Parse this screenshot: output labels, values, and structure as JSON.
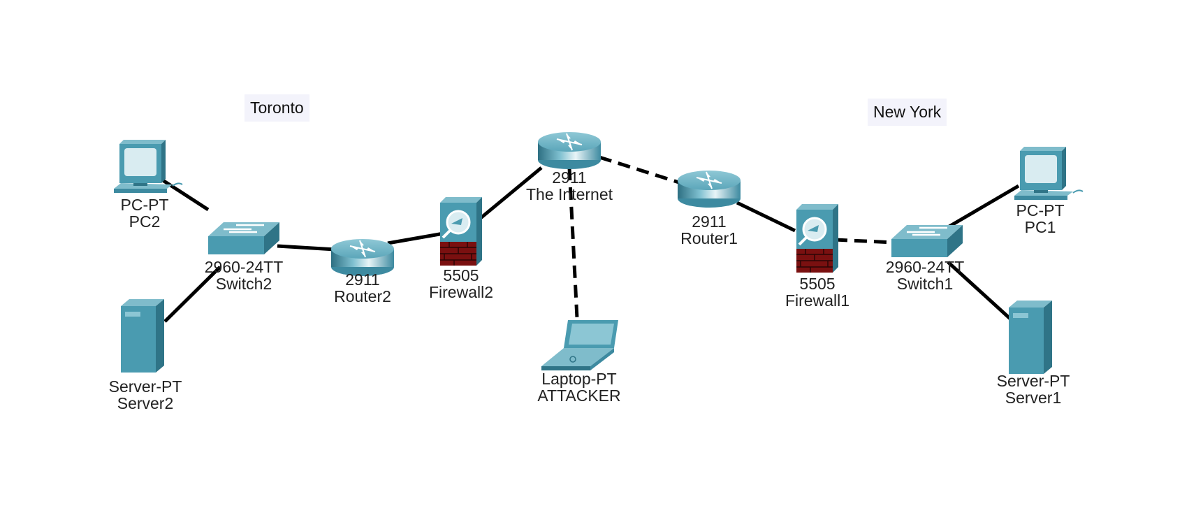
{
  "areas": {
    "toronto": "Toronto",
    "new_york": "New York"
  },
  "devices": {
    "pc2": {
      "model": "PC-PT",
      "name": "PC2"
    },
    "server2": {
      "model": "Server-PT",
      "name": "Server2"
    },
    "switch2": {
      "model": "2960-24TT",
      "name": "Switch2"
    },
    "router2": {
      "model": "2911",
      "name": "Router2"
    },
    "firewall2": {
      "model": "5505",
      "name": "Firewall2"
    },
    "internet": {
      "model": "2911",
      "name": "The Internet"
    },
    "attacker": {
      "model": "Laptop-PT",
      "name": "ATTACKER"
    },
    "router1": {
      "model": "2911",
      "name": "Router1"
    },
    "firewall1": {
      "model": "5505",
      "name": "Firewall1"
    },
    "switch1": {
      "model": "2960-24TT",
      "name": "Switch1"
    },
    "pc1": {
      "model": "PC-PT",
      "name": "PC1"
    },
    "server1": {
      "model": "Server-PT",
      "name": "Server1"
    }
  },
  "links": [
    {
      "from": "pc2",
      "to": "switch2",
      "style": "solid"
    },
    {
      "from": "server2",
      "to": "switch2",
      "style": "solid"
    },
    {
      "from": "switch2",
      "to": "router2",
      "style": "solid"
    },
    {
      "from": "router2",
      "to": "firewall2",
      "style": "solid"
    },
    {
      "from": "firewall2",
      "to": "internet",
      "style": "solid"
    },
    {
      "from": "internet",
      "to": "router1",
      "style": "dashed"
    },
    {
      "from": "internet",
      "to": "attacker",
      "style": "dashed"
    },
    {
      "from": "router1",
      "to": "firewall1",
      "style": "solid"
    },
    {
      "from": "firewall1",
      "to": "switch1",
      "style": "dashed"
    },
    {
      "from": "switch1",
      "to": "pc1",
      "style": "solid"
    },
    {
      "from": "switch1",
      "to": "server1",
      "style": "solid"
    }
  ],
  "colors": {
    "device_teal": "#4a9bb0",
    "device_dark": "#2f7487",
    "firewall_brick": "#7a1010",
    "link": "#000000",
    "area_bg": "#f3f3fb"
  }
}
